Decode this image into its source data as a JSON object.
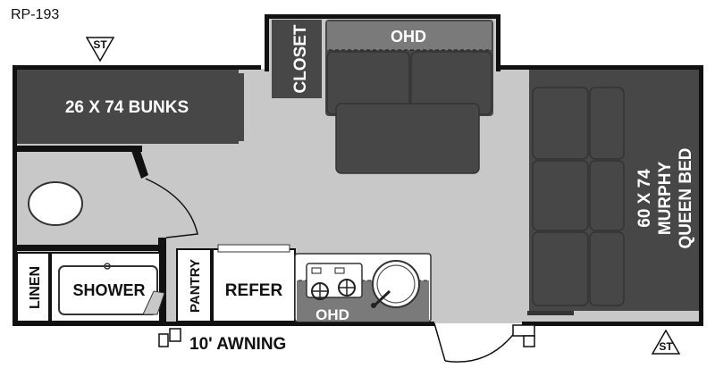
{
  "model": "RP-193",
  "labels": {
    "closet": "CLOSET",
    "ohd_top": "OHD",
    "bunks": "26 X 74 BUNKS",
    "bed_line1": "60 X 74",
    "bed_line2": "MURPHY",
    "bed_line3": "QUEEN BED",
    "linen": "LINEN",
    "shower": "SHOWER",
    "pantry": "PANTRY",
    "refer": "REFER",
    "ohd_bottom": "OHD",
    "awning": "10' AWNING",
    "st_top": "ST",
    "st_bottom": "ST"
  },
  "colors": {
    "floor": "#c8c8c8",
    "furniture": "#474747",
    "wall": "#111111",
    "ohd": "#7a7a7a"
  }
}
